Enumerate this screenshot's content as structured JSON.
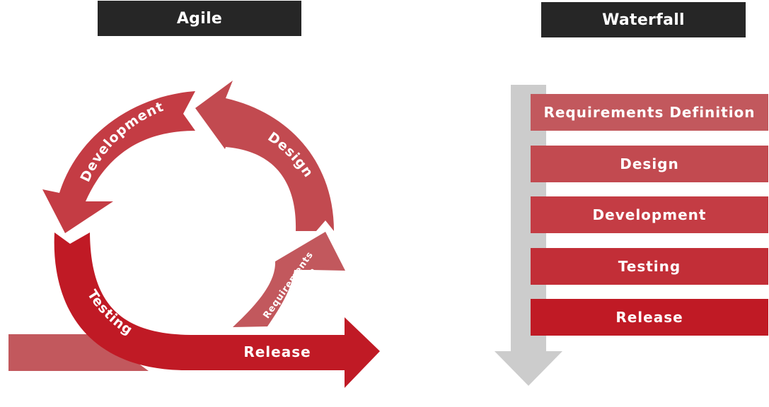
{
  "agile": {
    "title": "Agile",
    "stages": {
      "design": "Design",
      "development": "Development",
      "testing": "Testing",
      "requirements_line1": "Requirements",
      "requirements_line2": "Definition",
      "release": "Release"
    }
  },
  "waterfall": {
    "title": "Waterfall",
    "stages": [
      "Requirements Definition",
      "Design",
      "Development",
      "Testing",
      "Release"
    ]
  },
  "colors": {
    "header_bg": "#262626",
    "header_text": "#ffffff",
    "stage_1": "#c2585d",
    "stage_2": "#c24a50",
    "stage_3": "#c43c44",
    "stage_4": "#c22e37",
    "stage_5": "#c01a25",
    "gray_arrow": "#cccccc"
  }
}
